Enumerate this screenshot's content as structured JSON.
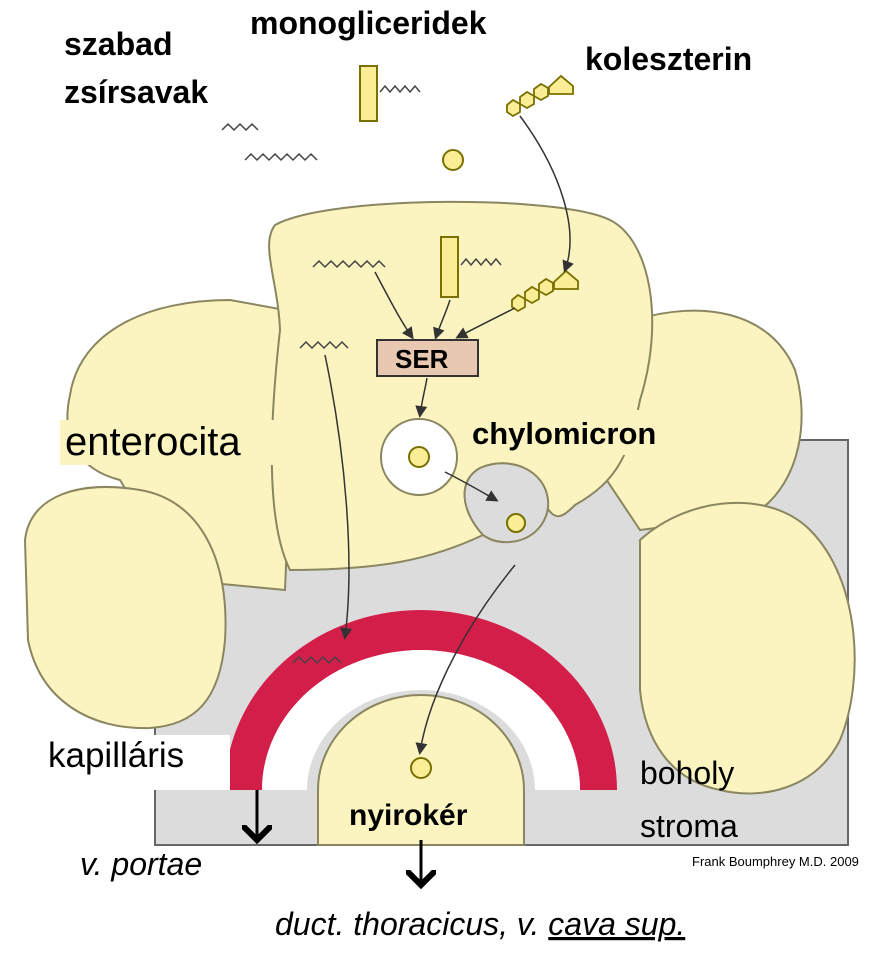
{
  "labels": {
    "free_fatty_acids_line1": "szabad",
    "free_fatty_acids_line2": "zsírsavak",
    "monoglycerides": "monogliceridek",
    "cholesterol": "koleszterin",
    "ser": "SER",
    "enterocyte": "enterocita",
    "chylomicron": "chylomicron",
    "capillary": "kapilláris",
    "villus_stroma_line1": "boholy",
    "villus_stroma_line2": "stroma",
    "lymph_vessel": "nyirokér",
    "portal_vein": "v. portae",
    "thoracic_duct_prefix": "duct. thoracicus, v. ",
    "thoracic_duct_underlined": "cava sup.",
    "credit": "Frank Boumphrey M.D. 2009"
  },
  "colors": {
    "cell_fill": "#fbf4c0",
    "cell_stroke": "#8a8660",
    "stroma_fill": "#dcdcdc",
    "capillary_red": "#d41e4a",
    "ser_fill": "#e8c8b0",
    "lipid_yellow": "#f9ee96"
  }
}
